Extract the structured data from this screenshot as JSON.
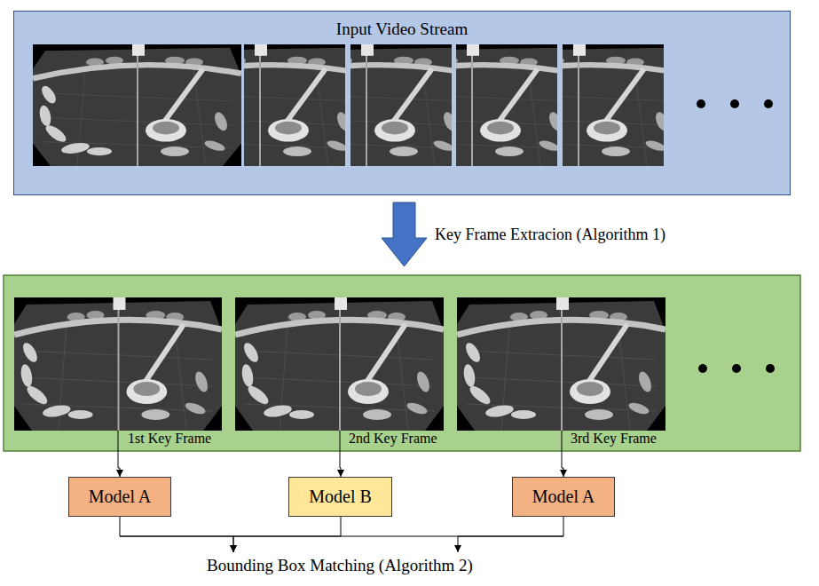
{
  "diagram": {
    "nodes": [
      {
        "text": [
          "Input Video Stream"
        ]
      },
      {
        "text": [
          "1st Key Frame"
        ]
      },
      {
        "text": [
          "2nd Key Frame"
        ]
      },
      {
        "text": [
          "3rd Key Frame"
        ]
      },
      {
        "text": [
          "Model A"
        ]
      },
      {
        "text": [
          "Model B"
        ]
      },
      {
        "text": [
          "Model A"
        ]
      },
      {
        "text": [
          "Bounding Box Matching (Algorithm 2)"
        ]
      }
    ],
    "edges": [
      {
        "from": 1,
        "to": 4,
        "arrow": "to"
      },
      {
        "from": 2,
        "to": 5,
        "arrow": "to"
      },
      {
        "from": 3,
        "to": 6,
        "arrow": "to"
      },
      {
        "from": 4,
        "to": 7,
        "arrow": "to"
      },
      {
        "from": 5,
        "to": 7,
        "arrow": "to"
      },
      {
        "from": 6,
        "to": 7,
        "arrow": "to"
      }
    ],
    "labels": [
      "Key Frame Extracion (Algorithm 1)"
    ]
  }
}
